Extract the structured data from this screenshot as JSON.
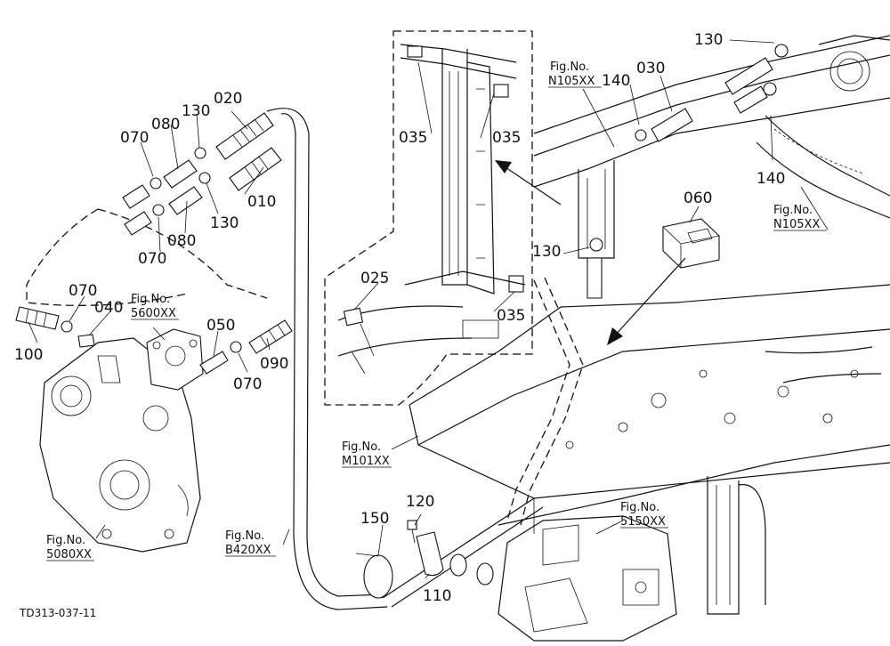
{
  "labels": {
    "p010": "010",
    "p020": "020",
    "p025": "025",
    "p030": "030",
    "p035a": "035",
    "p035b": "035",
    "p035c": "035",
    "p040": "040",
    "p050": "050",
    "p060": "060",
    "p070a": "070",
    "p070b": "070",
    "p070c": "070",
    "p070d": "070",
    "p080a": "080",
    "p080b": "080",
    "p090": "090",
    "p100": "100",
    "p110": "110",
    "p120": "120",
    "p130a": "130",
    "p130b": "130",
    "p130c": "130",
    "p130d": "130",
    "p140a": "140",
    "p140b": "140",
    "p150": "150"
  },
  "figrefs": {
    "fig_label": "Fig.No.",
    "n105_top": "N105XX",
    "n105_right": "N105XX",
    "f5600": "5600XX",
    "f5080": "5080XX",
    "m101": "M101XX",
    "b420": "B420XX",
    "f5150": "5150XX"
  },
  "drawing_code": "TD313-037-11"
}
